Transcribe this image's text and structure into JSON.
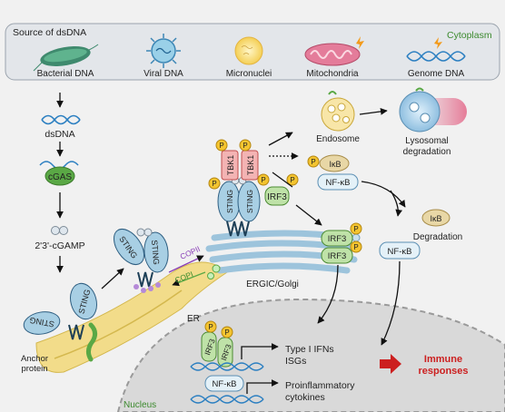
{
  "colors": {
    "cytoplasm_bg": "#f1f1f1",
    "source_box": "#e3e6ea",
    "nucleus": "#d9d9d9",
    "nucleus_label": "#3c8a2e",
    "cytoplasm_label": "#3c8a2e",
    "dna_blue": "#2b7fc1",
    "cgas_green": "#5aa845",
    "sting_blue": "#a8cfe4",
    "tbk1_red": "#f3b3b3",
    "irf3_green": "#bfe2a8",
    "phospho_yellow": "#f4c430",
    "nfkb_blue": "#e4f1f8",
    "ikb_tan": "#e8d7a6",
    "er_yellow": "#f2dc8a",
    "golgi_blue": "#9dc4dc",
    "immune_red": "#cc1f1f",
    "copii": "#8a3fb8",
    "copi": "#5aa845"
  },
  "source": {
    "title": "Source of dsDNA",
    "region": "Cytoplasm",
    "items": [
      "Bacterial DNA",
      "Viral DNA",
      "Micronuclei",
      "Mitochondria",
      "Genome DNA"
    ]
  },
  "pathway": {
    "dsdna": "dsDNA",
    "cgas": "cGAS",
    "cgamp": "2'3'-cGAMP",
    "sting": "STING",
    "anchor": "Anchor\nprotein",
    "anchor_line1": "Anchor",
    "anchor_line2": "protein",
    "er": "ER",
    "copii": "COPII",
    "copi": "COPI",
    "golgi": "ERGIC/Golgi",
    "tbk1": "TBK1",
    "irf3": "IRF3",
    "phospho": "P",
    "endosome": "Endosome",
    "lysosomal_line1": "Lysosomal",
    "lysosomal_line2": "degradation",
    "ikb": "IκB",
    "nfkb": "NF-κB",
    "degradation": "Degradation"
  },
  "nucleus": {
    "label": "Nucleus",
    "ifn_line1": "Type I IFNs",
    "ifn_line2": "ISGs",
    "cyto_line1": "Proinflammatory",
    "cyto_line2": "cytokines",
    "immune_line1": "Immune",
    "immune_line2": "responses"
  }
}
